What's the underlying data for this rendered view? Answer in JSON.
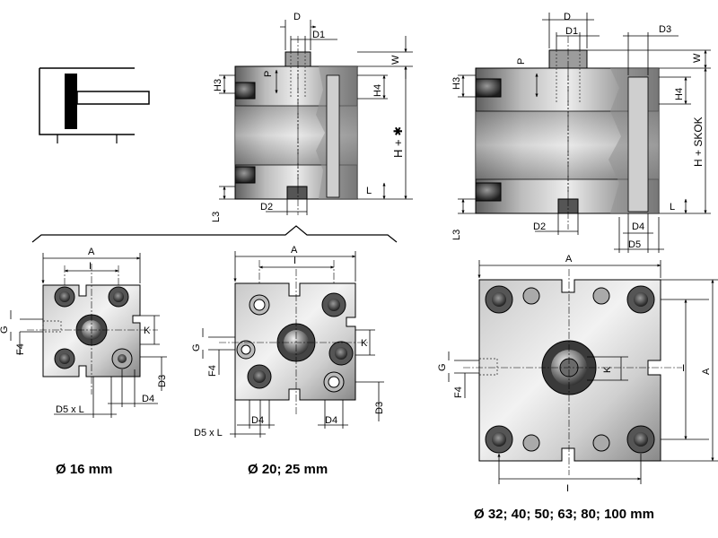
{
  "symbol": {
    "name": "single-acting-cylinder-symbol"
  },
  "side_small": {
    "labels": {
      "D": "D",
      "D1": "D1",
      "P": "P",
      "W": "W",
      "H3": "H3",
      "H4": "H4",
      "H_star": "H + ✱",
      "L": "L",
      "L3": "L3",
      "D2": "D2"
    }
  },
  "side_large": {
    "labels": {
      "D": "D",
      "D1": "D1",
      "D3": "D3",
      "P": "P",
      "W": "W",
      "H3": "H3",
      "H4": "H4",
      "H_skok": "H + SKOK",
      "L": "L",
      "L3": "L3",
      "D2": "D2",
      "D4": "D4",
      "D5": "D5"
    }
  },
  "front_16": {
    "labels": {
      "A": "A",
      "I": "I",
      "G": "G",
      "F4": "F4",
      "K": "K",
      "D3": "D3",
      "D4": "D4",
      "D5xL": "D5 x L"
    },
    "caption": "Ø 16 mm"
  },
  "front_20_25": {
    "labels": {
      "A": "A",
      "I": "I",
      "G": "G",
      "F4": "F4",
      "K": "K",
      "D3": "D3",
      "D4a": "D4",
      "D4b": "D4",
      "D5xL": "D5 x L"
    },
    "caption": "Ø 20; 25 mm"
  },
  "front_large": {
    "labels": {
      "A_top": "A",
      "A_side": "A",
      "I_side": "I",
      "I_bottom": "I",
      "G": "G",
      "F4": "F4",
      "K": "K"
    },
    "caption": "Ø 32; 40; 50; 63; 80; 100 mm"
  },
  "colors": {
    "metal_light": "#e6e6e6",
    "metal_mid": "#b5b5b5",
    "metal_dark": "#6e6e6e",
    "line": "#000000"
  }
}
